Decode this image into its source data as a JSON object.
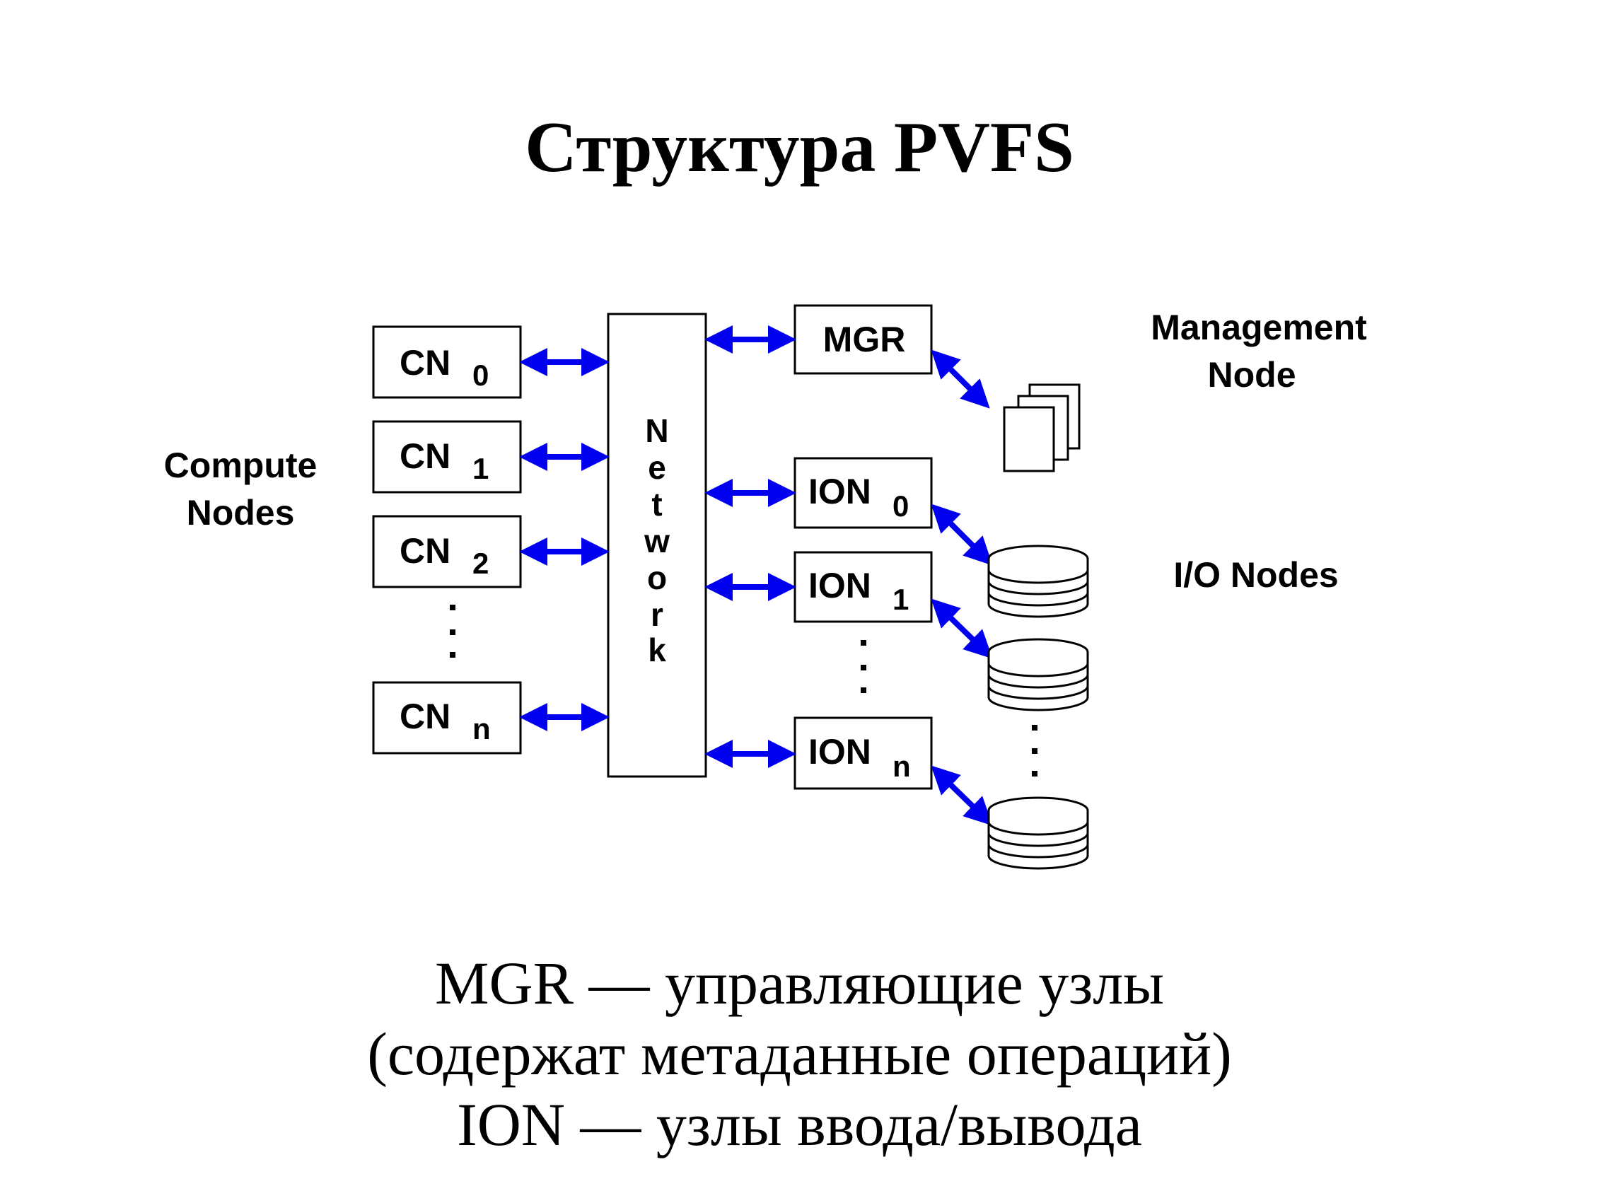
{
  "title": "Структура PVFS",
  "diagram": {
    "compute_label": [
      "Compute",
      "Nodes"
    ],
    "management_label": [
      "Management",
      "Node"
    ],
    "io_label": "I/O Nodes",
    "network_label": [
      "N",
      "e",
      "t",
      "w",
      "o",
      "r",
      "k"
    ],
    "compute_nodes": [
      {
        "name": "CN",
        "sub": "0"
      },
      {
        "name": "CN",
        "sub": "1"
      },
      {
        "name": "CN",
        "sub": "2"
      },
      {
        "name": "CN",
        "sub": "n"
      }
    ],
    "mgr": {
      "name": "MGR"
    },
    "io_nodes": [
      {
        "name": "ION",
        "sub": "0"
      },
      {
        "name": "ION",
        "sub": "1"
      },
      {
        "name": "ION",
        "sub": "n"
      }
    ],
    "arrow_color": "#0000ee"
  },
  "caption": [
    "MGR — управляющие узлы",
    "(содержат метаданные операций)",
    "ION — узлы ввода/вывода"
  ]
}
